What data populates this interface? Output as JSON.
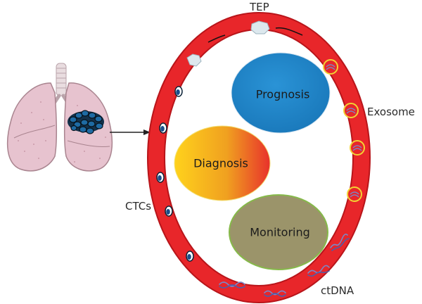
{
  "labels": {
    "tep": "TEP",
    "exosome": "Exosome",
    "ctcs": "CTCs",
    "ctdna": "ctDNA"
  },
  "applications": {
    "prognosis": "Prognosis",
    "diagnosis": "Diagnosis",
    "monitoring": "Monitoring"
  },
  "colors": {
    "ring": "#e8262a",
    "ring_outline": "#b8151a",
    "prognosis": "#1f86c9",
    "diagnosis_start": "#ffd21c",
    "diagnosis_end": "#e8322b",
    "monitoring": "#9b946a",
    "monitoring_outline": "#86b94a",
    "lung": "#e7c3cf",
    "tumor": "#0d2333",
    "ctc_cell": "#1b4f8c",
    "exosome_ring": "#f2d234",
    "ctdna": "#7b86c6"
  },
  "icons": {
    "organ": "lungs-icon",
    "tumor": "tumor-icon",
    "ctc": "ctc-cell-icon",
    "platelet": "platelet-icon",
    "exosome": "exosome-icon",
    "dna": "dna-strand-icon"
  }
}
